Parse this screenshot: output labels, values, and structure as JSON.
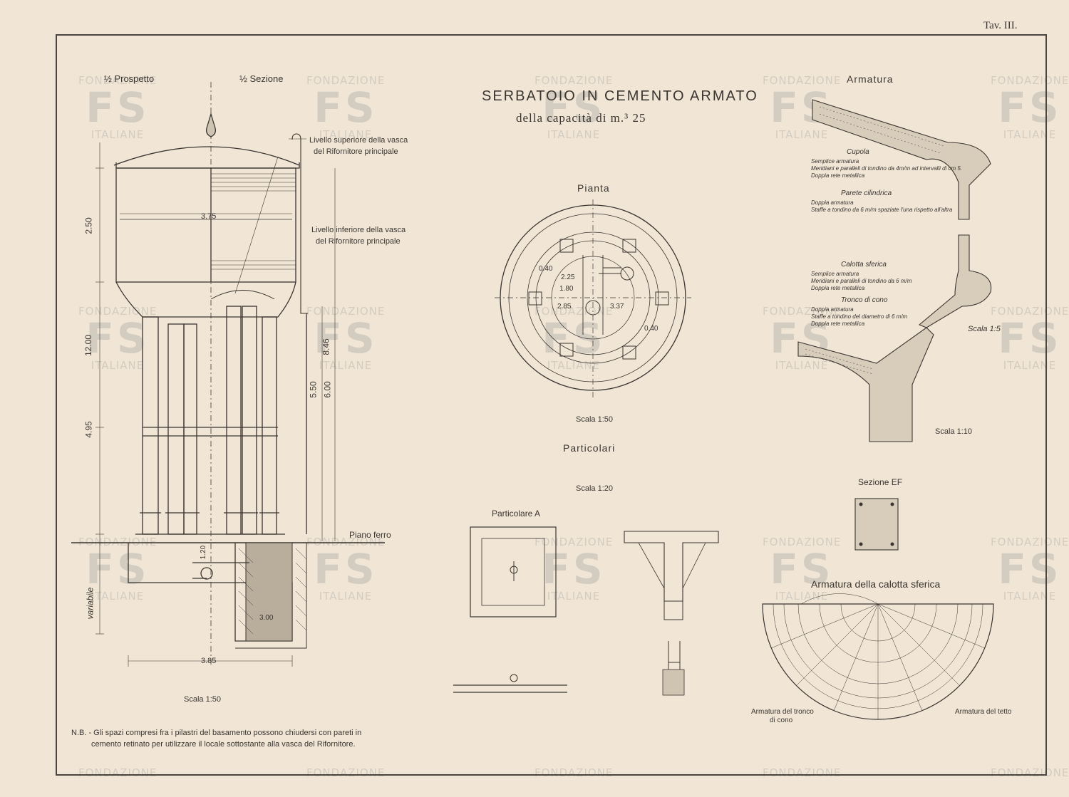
{
  "sheet": {
    "plate_number": "Tav. III.",
    "title": "SERBATOIO IN CEMENTO ARMATO",
    "subtitle": "della capacità di m.³ 25"
  },
  "elevation": {
    "label_prospetto": "½ Prospetto",
    "label_sezione": "½ Sezione",
    "note_upper_level": [
      "Livello superiore della vasca",
      "del Rifornitore principale"
    ],
    "note_lower_level": [
      "Livello inferiore della vasca",
      "del Rifornitore principale"
    ],
    "note_piano_ferro": "Piano ferro",
    "dim_width_top": "3.75",
    "dim_width_base": "3.85",
    "dim_left": [
      "2.50",
      "12.00",
      "4.95",
      "variabile"
    ],
    "dim_right": [
      "5.50",
      "6.00",
      "8.46"
    ],
    "dim_misc": [
      "1.20",
      "3.00"
    ],
    "scale": "Scala 1:50",
    "nb_note": [
      "N.B. - Gli spazi compresi fra i pilastri del basamento possono chiudersi con pareti in",
      "cemento retinato per utilizzare il locale sottostante alla vasca del Rifornitore."
    ]
  },
  "pianta": {
    "title": "Pianta",
    "dims": [
      "1.80",
      "2.25",
      "2.85",
      "0.40",
      "0.40",
      "3.37"
    ],
    "scale": "Scala 1:50"
  },
  "particolari": {
    "title": "Particolari",
    "scale": "Scala 1:20",
    "label_a": "Particolare A"
  },
  "armatura": {
    "title": "Armatura",
    "notes": [
      {
        "head": "Cupola",
        "lines": [
          "Semplice armatura",
          "Meridiani e paralleli di tondino da 4m/m ad intervalli di cm 5.",
          "Doppia rete metallica"
        ]
      },
      {
        "head": "Parete cilindrica",
        "lines": [
          "Doppia armatura",
          "Staffe a tondino da 6 m/m spaziate l'una rispetto all'altra"
        ]
      },
      {
        "head": "Calotta sferica",
        "lines": [
          "Semplice armatura",
          "Meridiani e paralleli di tondino da 6 m/m",
          "Doppia rete metallica"
        ]
      },
      {
        "head": "Tronco di cono",
        "lines": [
          "Doppia armatura",
          "Staffe a tondino del diametro di 6 m/m",
          "Doppia rete metallica"
        ]
      }
    ],
    "scale_1_5": "Scala 1:5",
    "scale_1_10": "Scala 1:10"
  },
  "sezione_ef": {
    "title": "Sezione EF"
  },
  "calotta": {
    "title": "Armatura della calotta sferica",
    "label_left": [
      "Armatura del tronco",
      "di cono"
    ],
    "label_right": "Armatura del tetto"
  },
  "watermark": {
    "top": "FONDAZIONE",
    "mark": "FS",
    "bottom": "ITALIANE"
  },
  "colors": {
    "paper": "#f1e6d6",
    "ink": "#3a3530",
    "watermark": "#9a9a9a"
  }
}
